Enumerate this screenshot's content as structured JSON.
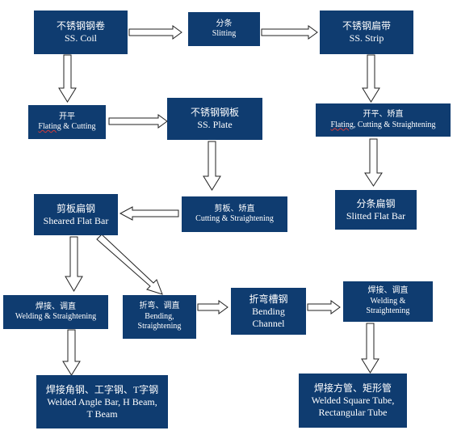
{
  "nodes": {
    "ss_coil": {
      "zh": "不锈钢钢卷",
      "en": "SS. Coil"
    },
    "slitting": {
      "zh": "分条",
      "en": "Slitting"
    },
    "ss_strip": {
      "zh": "不锈钢扁带",
      "en": "SS. Strip"
    },
    "flating_cutting": {
      "zh": "开平",
      "en_underlined": "Flating",
      "en_rest": " & Cutting"
    },
    "ss_plate": {
      "zh": "不锈钢钢板",
      "en": "SS. Plate"
    },
    "flating_cutting_straightening": {
      "zh": "开平、矫直",
      "en_underlined": "Flating",
      "en_rest": ", Cutting & Straightening"
    },
    "sheared_flat_bar": {
      "zh": "剪板扁钢",
      "en": "Sheared Flat Bar"
    },
    "cutting_straightening": {
      "zh": "剪板、矫直",
      "en": "Cutting & Straightening"
    },
    "slitted_flat_bar": {
      "zh": "分条扁钢",
      "en": "Slitted Flat Bar"
    },
    "welding_straightening_left": {
      "zh": "焊接、调直",
      "en": "Welding & Straightening"
    },
    "bending_straightening": {
      "zh": "折弯、调直",
      "en1": "Bending,",
      "en2": "Straightening"
    },
    "bending_channel": {
      "zh": "折弯槽钢",
      "en1": "Bending",
      "en2": "Channel"
    },
    "welding_straightening_right": {
      "zh": "焊接、调直",
      "en1": "Welding &",
      "en2": "Straightening"
    },
    "welded_angle_bar": {
      "zh": "焊接角钢、工字钢、T字钢",
      "en1": "Welded Angle Bar, H Beam,",
      "en2": "T Beam"
    },
    "welded_square_tube": {
      "zh": "焊接方管、矩形管",
      "en1": "Welded Square Tube,",
      "en2": "Rectangular Tube"
    }
  },
  "colors": {
    "box_fill": "#0f3c70",
    "box_text": "#ffffff",
    "arrow_fill": "#ffffff",
    "arrow_stroke": "#222222"
  }
}
